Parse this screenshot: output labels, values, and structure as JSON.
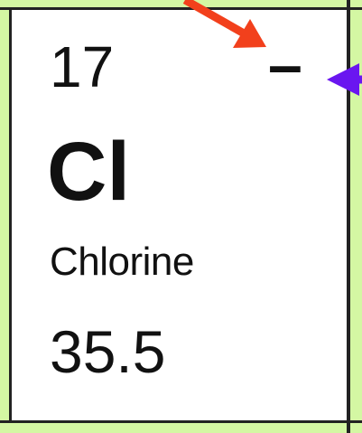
{
  "element": {
    "atomic_number": "17",
    "charge": "–",
    "symbol": "Cl",
    "name": "Chlorine",
    "atomic_mass": "35.5"
  },
  "colors": {
    "background": "#d4f7a3",
    "tile": "#ffffff",
    "border": "#222222",
    "text": "#111111",
    "arrow_red": "#f2401c",
    "arrow_purple": "#6a16f0"
  },
  "annotations": [
    {
      "icon": "red-arrow-icon",
      "points_to": "charge"
    },
    {
      "icon": "purple-arrow-icon",
      "points_to": "charge"
    }
  ]
}
